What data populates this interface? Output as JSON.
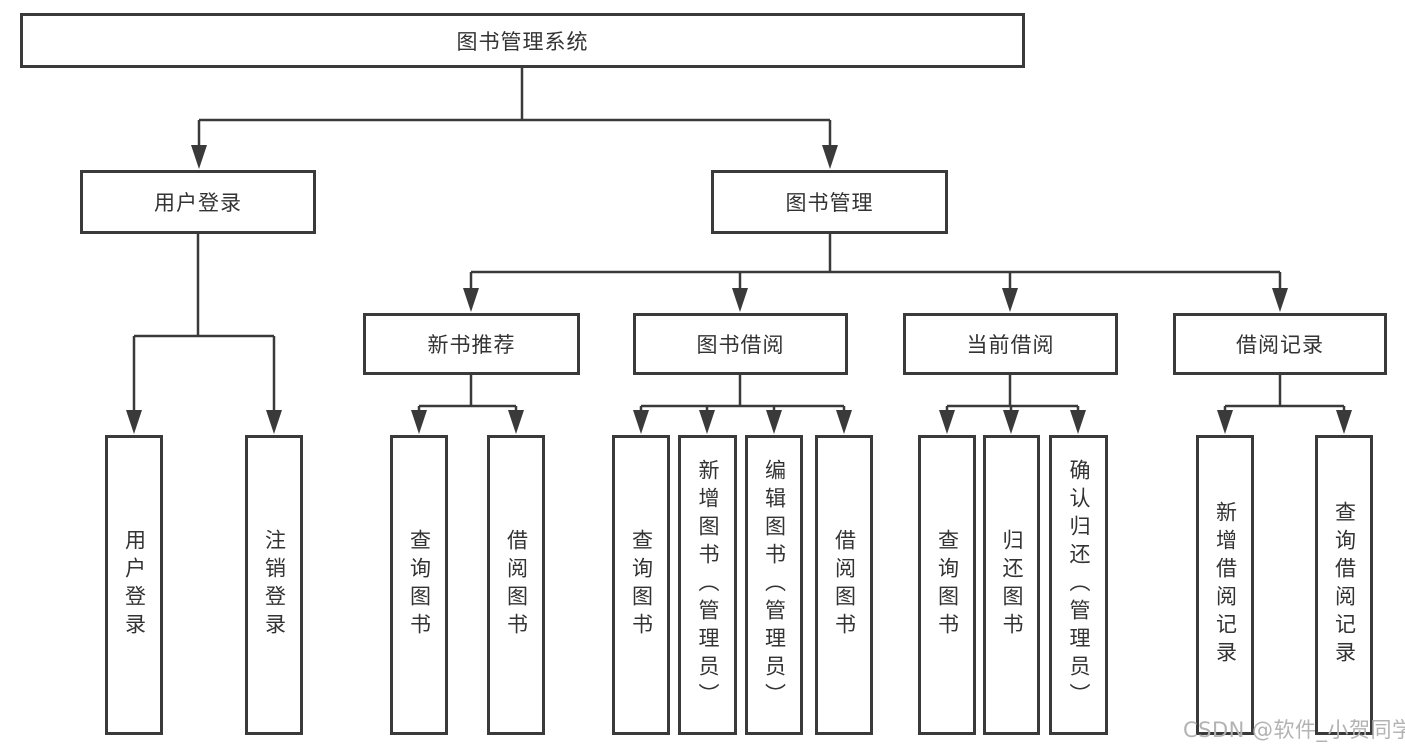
{
  "tree": {
    "root": {
      "label": "图书管理系统",
      "children": [
        {
          "label": "用户登录",
          "children": [
            {
              "label": "用户登录"
            },
            {
              "label": "注销登录"
            }
          ]
        },
        {
          "label": "图书管理",
          "children": [
            {
              "label": "新书推荐",
              "children": [
                {
                  "label": "查询图书"
                },
                {
                  "label": "借阅图书"
                }
              ]
            },
            {
              "label": "图书借阅",
              "children": [
                {
                  "label": "查询图书"
                },
                {
                  "label": "新增图书（管理员）"
                },
                {
                  "label": "编辑图书（管理员）"
                },
                {
                  "label": "借阅图书"
                }
              ]
            },
            {
              "label": "当前借阅",
              "children": [
                {
                  "label": "查询图书"
                },
                {
                  "label": "归还图书"
                },
                {
                  "label": "确认归还（管理员）"
                }
              ]
            },
            {
              "label": "借阅记录",
              "children": [
                {
                  "label": "新增借阅记录"
                },
                {
                  "label": "查询借阅记录"
                }
              ]
            }
          ]
        }
      ]
    }
  },
  "watermark": {
    "text": "CSDN @软件_小贺同学",
    "color": "#b3b3b3"
  },
  "colors": {
    "line": "#3a3a3a",
    "text": "#333333",
    "background": "#ffffff"
  }
}
